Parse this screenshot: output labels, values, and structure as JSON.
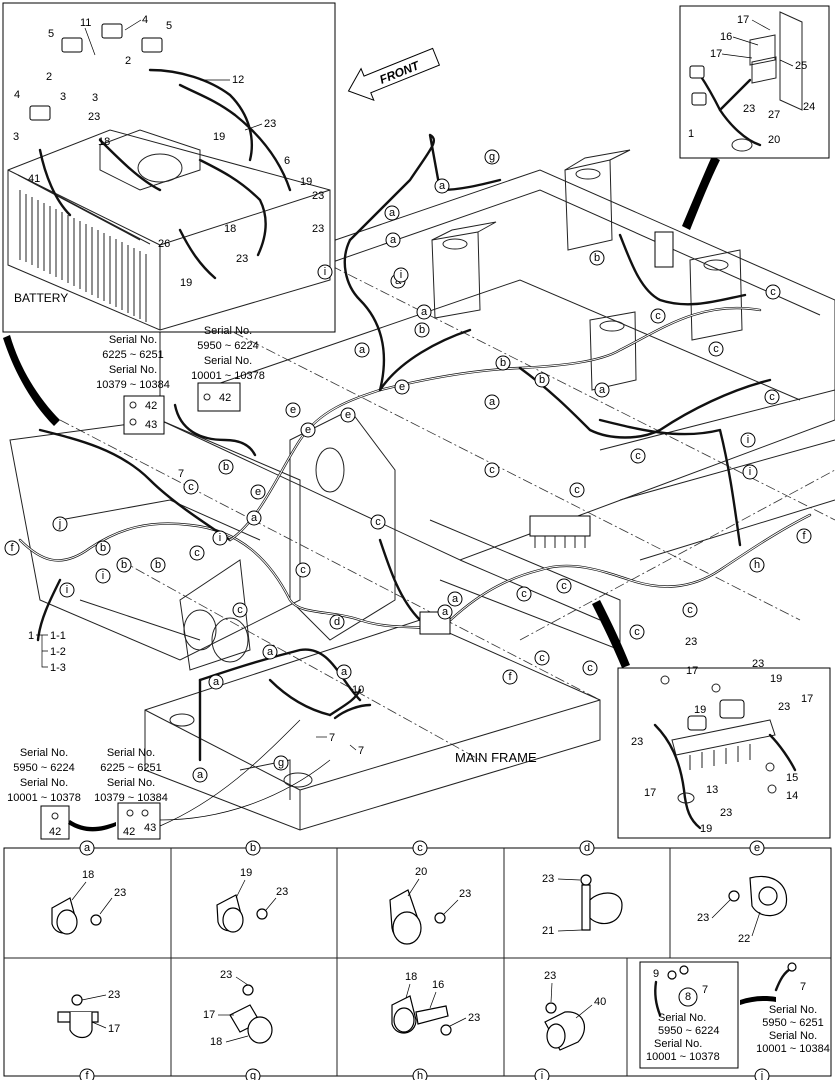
{
  "diagram": {
    "main_label": "MAIN FRAME",
    "front_label": "FRONT",
    "battery_label": "BATTERY",
    "serial_blocks": {
      "top_mid": [
        "Serial No.",
        "6225 ~ 6251",
        "Serial No.",
        "10379 ~ 10384"
      ],
      "top_right": [
        "Serial No.",
        "5950 ~ 6224",
        "Serial No.",
        "10001 ~ 10378"
      ],
      "bottom_left": [
        "Serial No.",
        "5950 ~ 6224",
        "Serial No.",
        "10001 ~ 10378"
      ],
      "bottom_mid": [
        "Serial No.",
        "6225 ~ 6251",
        "Serial No.",
        "10379 ~ 10384"
      ],
      "detail_j_left": [
        "Serial No.",
        "5950 ~ 6224",
        "Serial No.",
        "10001 ~ 10378"
      ],
      "detail_j_right": [
        "Serial No.",
        "5950 ~ 6251",
        "Serial No.",
        "10001 ~ 10384"
      ]
    },
    "harness_tree": [
      "1",
      "1-1",
      "1-2",
      "1-3"
    ],
    "battery_callouts": [
      "11",
      "4",
      "5",
      "5",
      "2",
      "2",
      "3",
      "3",
      "4",
      "3",
      "12",
      "23",
      "18",
      "41",
      "19",
      "23",
      "6",
      "19",
      "23",
      "23",
      "26",
      "18",
      "23",
      "19"
    ],
    "top_right_callouts": [
      "17",
      "16",
      "17",
      "25",
      "23",
      "27",
      "24",
      "1",
      "20"
    ],
    "mid_callouts": [
      "42",
      "43",
      "42",
      "7",
      "10",
      "7",
      "7"
    ],
    "bottom_box_callouts": [
      "42",
      "42",
      "43"
    ],
    "relay_callouts": [
      "23",
      "17",
      "23",
      "19",
      "23",
      "17",
      "19",
      "23",
      "17",
      "13",
      "23",
      "15",
      "14",
      "19"
    ],
    "markers": [
      "a",
      "b",
      "c",
      "d",
      "e",
      "f",
      "g",
      "h",
      "i",
      "j"
    ],
    "details": [
      {
        "letter": "a",
        "parts": [
          "18",
          "23"
        ]
      },
      {
        "letter": "b",
        "parts": [
          "19",
          "23"
        ]
      },
      {
        "letter": "c",
        "parts": [
          "20",
          "23"
        ]
      },
      {
        "letter": "d",
        "parts": [
          "23",
          "21"
        ]
      },
      {
        "letter": "e",
        "parts": [
          "23",
          "22"
        ]
      },
      {
        "letter": "f",
        "parts": [
          "23",
          "17"
        ]
      },
      {
        "letter": "g",
        "parts": [
          "23",
          "17",
          "18"
        ]
      },
      {
        "letter": "h",
        "parts": [
          "18",
          "16",
          "23"
        ]
      },
      {
        "letter": "i",
        "parts": [
          "23",
          "40"
        ]
      },
      {
        "letter": "j",
        "parts": [
          "9",
          "7",
          "8",
          "7"
        ]
      }
    ]
  }
}
